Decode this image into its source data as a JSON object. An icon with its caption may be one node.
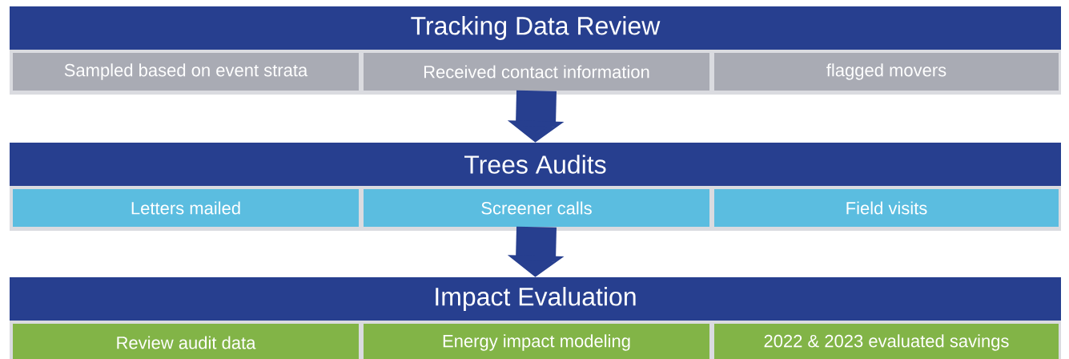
{
  "diagram": {
    "nodes": [
      {
        "text": [
          "Tracking Data Review"
        ]
      },
      {
        "text": [
          "Sampled based on event strata"
        ]
      },
      {
        "text": [
          "Received contact information"
        ]
      },
      {
        "text": [
          "flagged movers"
        ]
      },
      {
        "text": [
          "Trees Audits"
        ]
      },
      {
        "text": [
          "Letters mailed"
        ]
      },
      {
        "text": [
          "Screener calls"
        ]
      },
      {
        "text": [
          "Field visits"
        ]
      },
      {
        "text": [
          "Impact Evaluation"
        ]
      },
      {
        "text": [
          "Review audit data"
        ]
      },
      {
        "text": [
          "Energy impact modeling"
        ]
      },
      {
        "text": [
          "2022 & 2023 evaluated savings"
        ]
      }
    ],
    "edges": [
      {
        "from": 2,
        "to": 4,
        "arrow": "to"
      },
      {
        "from": 6,
        "to": 8,
        "arrow": "to"
      }
    ]
  }
}
